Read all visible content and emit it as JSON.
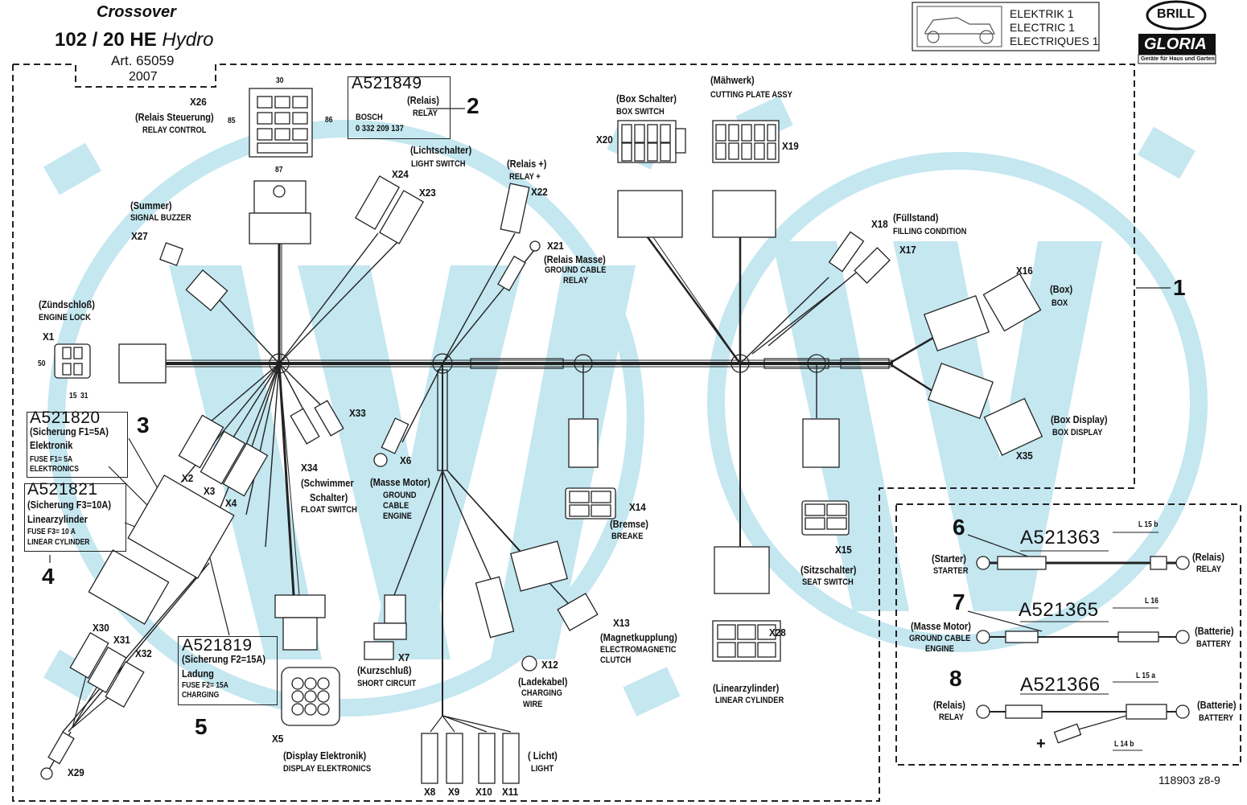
{
  "header": {
    "brand": "Crossover",
    "model_bold": "102 / 20 HE",
    "model_italic": "Hydro",
    "article": "Art. 65059",
    "year": "2007"
  },
  "title_block": {
    "line1": "ELEKTRIK 1",
    "line2": "ELECTRIC 1",
    "line3": "ELECTRIQUES 1"
  },
  "logos": {
    "brill": "BRILL",
    "gloria": "GLORIA",
    "gloria_sub": "Geräte für Haus und Garten"
  },
  "callouts": [
    "1",
    "2",
    "3",
    "4",
    "5",
    "6",
    "7",
    "8"
  ],
  "part_numbers": {
    "relay": "A521849",
    "fuse_f1": "A521820",
    "fuse_f3": "A521821",
    "fuse_f2": "A521819",
    "cable_starter": "A521363",
    "cable_ground": "A521365",
    "cable_battery": "A521366"
  },
  "relay_box": {
    "title": "(Relais)",
    "sub": "RELAY",
    "brand": "BOSCH",
    "number": "0 332 209 137"
  },
  "fuse_f1": {
    "de": "(Sicherung F1=5A)",
    "de2": "Elektronik",
    "en": "FUSE F1= 5A",
    "en2": "ELEKTRONICS"
  },
  "fuse_f3": {
    "de": "(Sicherung F3=10A)",
    "de2": "Linearzylinder",
    "en": "FUSE F3= 10 A",
    "en2": "LINEAR CYLINDER"
  },
  "fuse_f2": {
    "de": "(Sicherung F2=15A)",
    "de2": "Ladung",
    "en": "FUSE F2= 15A",
    "en2": "CHARGING"
  },
  "connectors": {
    "X1": "X1",
    "X2": "X2",
    "X3": "X3",
    "X4": "X4",
    "X5": "X5",
    "X6": "X6",
    "X7": "X7",
    "X8": "X8",
    "X9": "X9",
    "X10": "X10",
    "X11": "X11",
    "X12": "X12",
    "X13": "X13",
    "X14": "X14",
    "X15": "X15",
    "X16": "X16",
    "X17": "X17",
    "X18": "X18",
    "X19": "X19",
    "X20": "X20",
    "X21": "X21",
    "X22": "X22",
    "X23": "X23",
    "X24": "X24",
    "X26": "X26",
    "X27": "X27",
    "X28": "X28",
    "X29": "X29",
    "X30": "X30",
    "X31": "X31",
    "X32": "X32",
    "X33": "X33",
    "X34": "X34",
    "X35": "X35"
  },
  "labels": {
    "relay_control": {
      "de": "(Relais Steuerung)",
      "en": "RELAY CONTROL"
    },
    "light_switch": {
      "de": "(Lichtschalter)",
      "en": "LIGHT SWITCH"
    },
    "relay_plus": {
      "de": "(Relais +)",
      "en": "RELAY +"
    },
    "relay_ground": {
      "de": "(Relais Masse)",
      "en": "GROUND CABLE",
      "en2": "RELAY"
    },
    "summer": {
      "de": "(Summer)",
      "en": "SIGNAL BUZZER"
    },
    "engine_lock": {
      "de": "(Zündschloß)",
      "en": "ENGINE LOCK"
    },
    "box_switch": {
      "de": "(Box Schalter)",
      "en": "BOX SWITCH"
    },
    "mower": {
      "de": "(Mähwerk)",
      "en": "CUTTING PLATE ASSY"
    },
    "filling": {
      "de": "(Füllstand)",
      "en": "FILLING CONDITION"
    },
    "box": {
      "de": "(Box)",
      "en": "BOX"
    },
    "box_display": {
      "de": "(Box Display)",
      "en": "BOX DISPLAY"
    },
    "float_switch": {
      "de": "(Schwimmer",
      "de2": "Schalter)",
      "en": "FLOAT SWITCH"
    },
    "ground_motor": {
      "de": "(Masse Motor)",
      "en": "GROUND",
      "en2": "CABLE",
      "en3": "ENGINE"
    },
    "brake": {
      "de": "(Bremse)",
      "en": "BREAKE"
    },
    "seat_switch": {
      "de": "(Sitzschalter)",
      "en": "SEAT SWITCH"
    },
    "clutch": {
      "de": "(Magnetkupplung)",
      "en": "ELECTROMAGNETIC",
      "en2": "CLUTCH"
    },
    "charging": {
      "de": "(Ladekabel)",
      "en": "CHARGING",
      "en2": "WIRE"
    },
    "short": {
      "de": "(Kurzschluß)",
      "en": "SHORT CIRCUIT"
    },
    "display": {
      "de": "(Display Elektronik)",
      "en": "DISPLAY ELEKTRONICS"
    },
    "light": {
      "de": "( Licht)",
      "en": "LIGHT"
    },
    "linear": {
      "de": "(Linearzylinder)",
      "en": "LINEAR CYLINDER"
    }
  },
  "cables": {
    "starter": {
      "left_de": "(Starter)",
      "left_en": "STARTER",
      "right_de": "(Relais)",
      "right_en": "RELAY",
      "length": "L 15 b"
    },
    "ground": {
      "left_de": "(Masse Motor)",
      "left_en": "GROUND CABLE",
      "left_en2": "ENGINE",
      "right_de": "(Batterie)",
      "right_en": "BATTERY",
      "length": "L 16"
    },
    "battery": {
      "left_de": "(Relais)",
      "left_en": "RELAY",
      "right_de": "(Batterie)",
      "right_en": "BATTERY",
      "length": "L 15 a",
      "length2": "L 14 b",
      "plus": "+"
    }
  },
  "pin_numbers": {
    "x26_top": "30",
    "x26_left": "85",
    "x26_right": "86",
    "x26_bottom": "87",
    "x1_left": "50",
    "x1_b1": "15",
    "x1_b2": "31"
  },
  "drawing_number": "118903 z8-9",
  "colors": {
    "watermark": "#bfe6ef",
    "line": "#222222",
    "paper": "#ffffff"
  }
}
